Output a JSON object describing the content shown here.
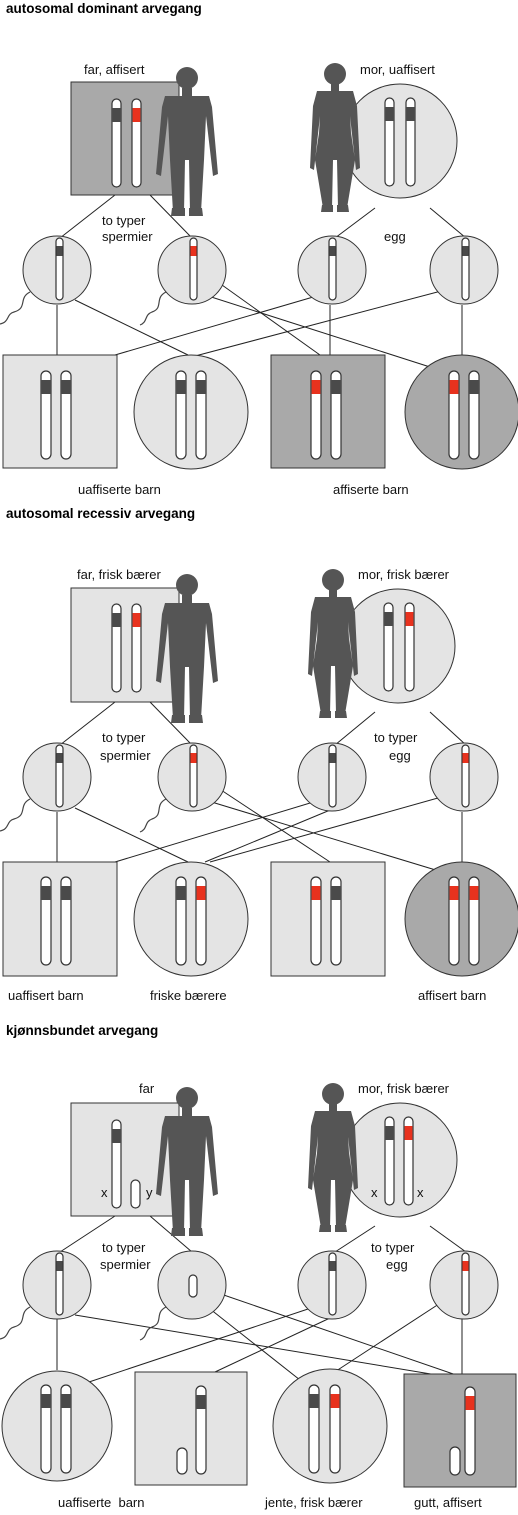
{
  "colors": {
    "light_cell": "#e4e4e4",
    "affected_cell": "#a9a9a9",
    "normal_band": "#4a4a4a",
    "mutant_band": "#e8321e",
    "figure": "#555555"
  },
  "sections": [
    {
      "title": "autosomal dominant arvegang",
      "father_label": "far, affisert",
      "mother_label": "mor, uaffisert",
      "sperm_label": "to typer\nspermier",
      "egg_label": "egg",
      "children_labels": [
        "uaffiserte barn",
        "affiserte barn"
      ]
    },
    {
      "title": "autosomal recessiv arvegang",
      "father_label": "far, frisk bærer",
      "mother_label": "mor, frisk bærer",
      "sperm_label": "to typer\nspermier",
      "egg_label": "to typer\negg",
      "children_labels": [
        "uaffisert barn",
        "friske bærere",
        "affisert barn"
      ]
    },
    {
      "title": "kjønnsbundet arvegang",
      "father_label": "far",
      "mother_label": "mor, frisk bærer",
      "sperm_label": "to typer\nspermier",
      "egg_label": "to typer\negg",
      "chromosome_letters": {
        "x": "x",
        "y": "y"
      },
      "children_labels": [
        "uaffiserte  barn",
        "jente, frisk bærer",
        "gutt, affisert"
      ]
    }
  ]
}
